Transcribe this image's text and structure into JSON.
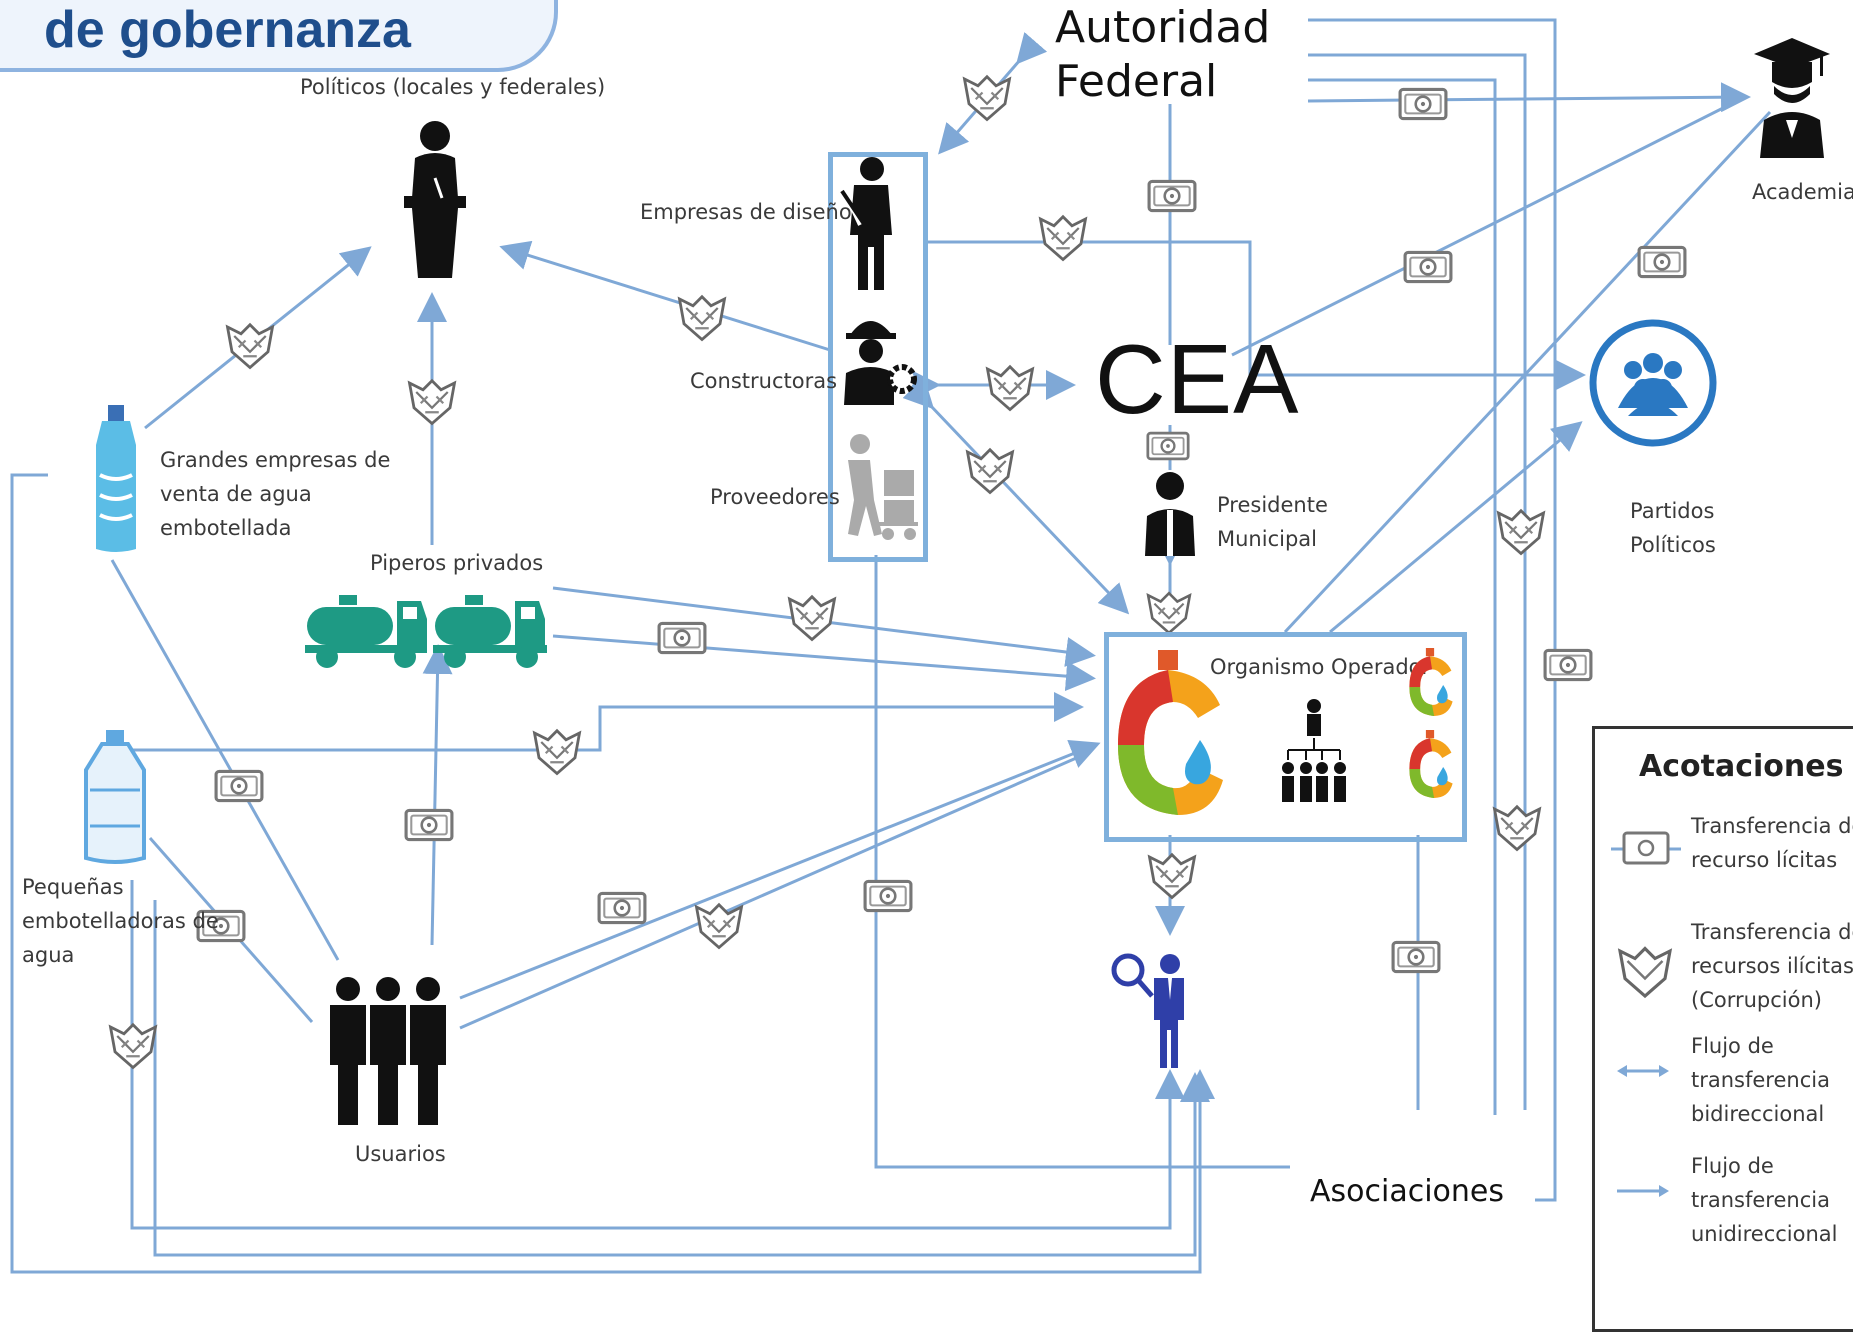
{
  "header": {
    "title": "de gobernanza"
  },
  "nodes": {
    "autoridad_federal": [
      "Autoridad",
      "Federal"
    ],
    "politicos": "Políticos (locales y federales)",
    "academia": "Academia",
    "empresas_diseno": "Empresas de diseño",
    "constructoras": "Constructoras",
    "proveedores": "Proveedores",
    "cea": "CEA",
    "partidos": [
      "Partidos",
      "Políticos"
    ],
    "grandes_empresas": [
      "Grandes empresas de",
      "venta de agua",
      "embotellada"
    ],
    "piperos": "Piperos privados",
    "presidente": [
      "Presidente",
      "Municipal"
    ],
    "organismo": "Organismo Operador",
    "pequenas": [
      "Pequeñas",
      "embotelladoras de",
      "agua"
    ],
    "usuarios": "Usuarios",
    "asociaciones": "Asociaciones"
  },
  "legend": {
    "title": "Acotaciones",
    "items": [
      {
        "icon": "money-bill-icon",
        "lines": [
          "Transferencia de",
          "recurso lícitas"
        ]
      },
      {
        "icon": "handshake-icon",
        "lines": [
          "Transferencia de",
          "recursos ilícitas",
          "(Corrupción)"
        ]
      },
      {
        "icon": "double-arrow-icon",
        "lines": [
          "Flujo de",
          "transferencia",
          "bidireccional"
        ]
      },
      {
        "icon": "single-arrow-icon",
        "lines": [
          "Flujo de",
          "transferencia",
          "unidireccional"
        ]
      }
    ]
  },
  "colors": {
    "line": "#7fa8d6",
    "teal": "#1e9a84",
    "navy": "#1f4e8c",
    "partidos_blue": "#2a78c2"
  }
}
